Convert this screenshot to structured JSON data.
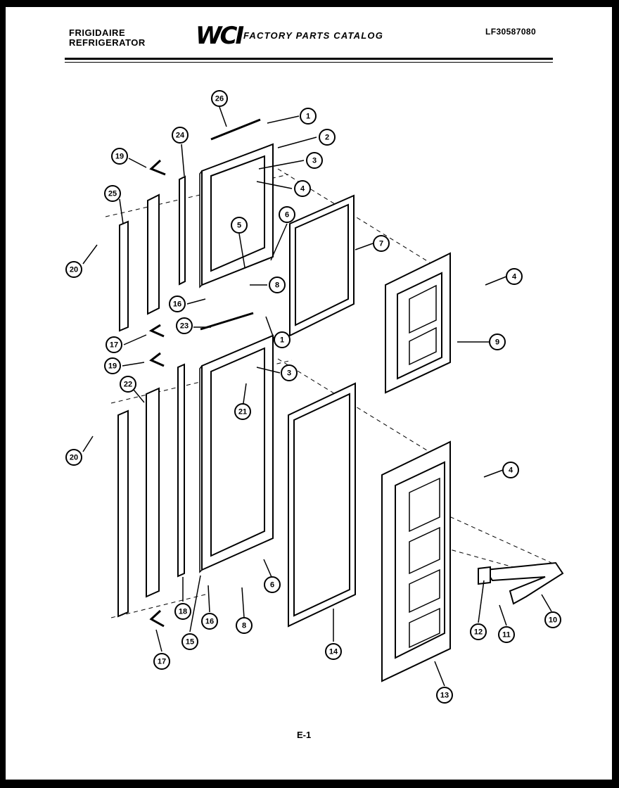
{
  "header": {
    "brand_line1": "FRIGIDAIRE",
    "brand_line2": "REFRIGERATOR",
    "logo": "WCI",
    "catalog_title": "FACTORY PARTS CATALOG",
    "part_number": "LF30587080"
  },
  "footer": {
    "page_number": "E-1"
  },
  "callouts": [
    {
      "label": "26"
    },
    {
      "label": "1"
    },
    {
      "label": "2"
    },
    {
      "label": "3"
    },
    {
      "label": "4"
    },
    {
      "label": "19"
    },
    {
      "label": "24"
    },
    {
      "label": "25"
    },
    {
      "label": "5"
    },
    {
      "label": "6"
    },
    {
      "label": "7"
    },
    {
      "label": "4"
    },
    {
      "label": "20"
    },
    {
      "label": "8"
    },
    {
      "label": "16"
    },
    {
      "label": "9"
    },
    {
      "label": "23"
    },
    {
      "label": "1"
    },
    {
      "label": "17"
    },
    {
      "label": "19"
    },
    {
      "label": "3"
    },
    {
      "label": "21"
    },
    {
      "label": "22"
    },
    {
      "label": "20"
    },
    {
      "label": "4"
    },
    {
      "label": "18"
    },
    {
      "label": "16"
    },
    {
      "label": "8"
    },
    {
      "label": "6"
    },
    {
      "label": "15"
    },
    {
      "label": "14"
    },
    {
      "label": "12"
    },
    {
      "label": "11"
    },
    {
      "label": "10"
    },
    {
      "label": "13"
    },
    {
      "label": "17"
    }
  ]
}
